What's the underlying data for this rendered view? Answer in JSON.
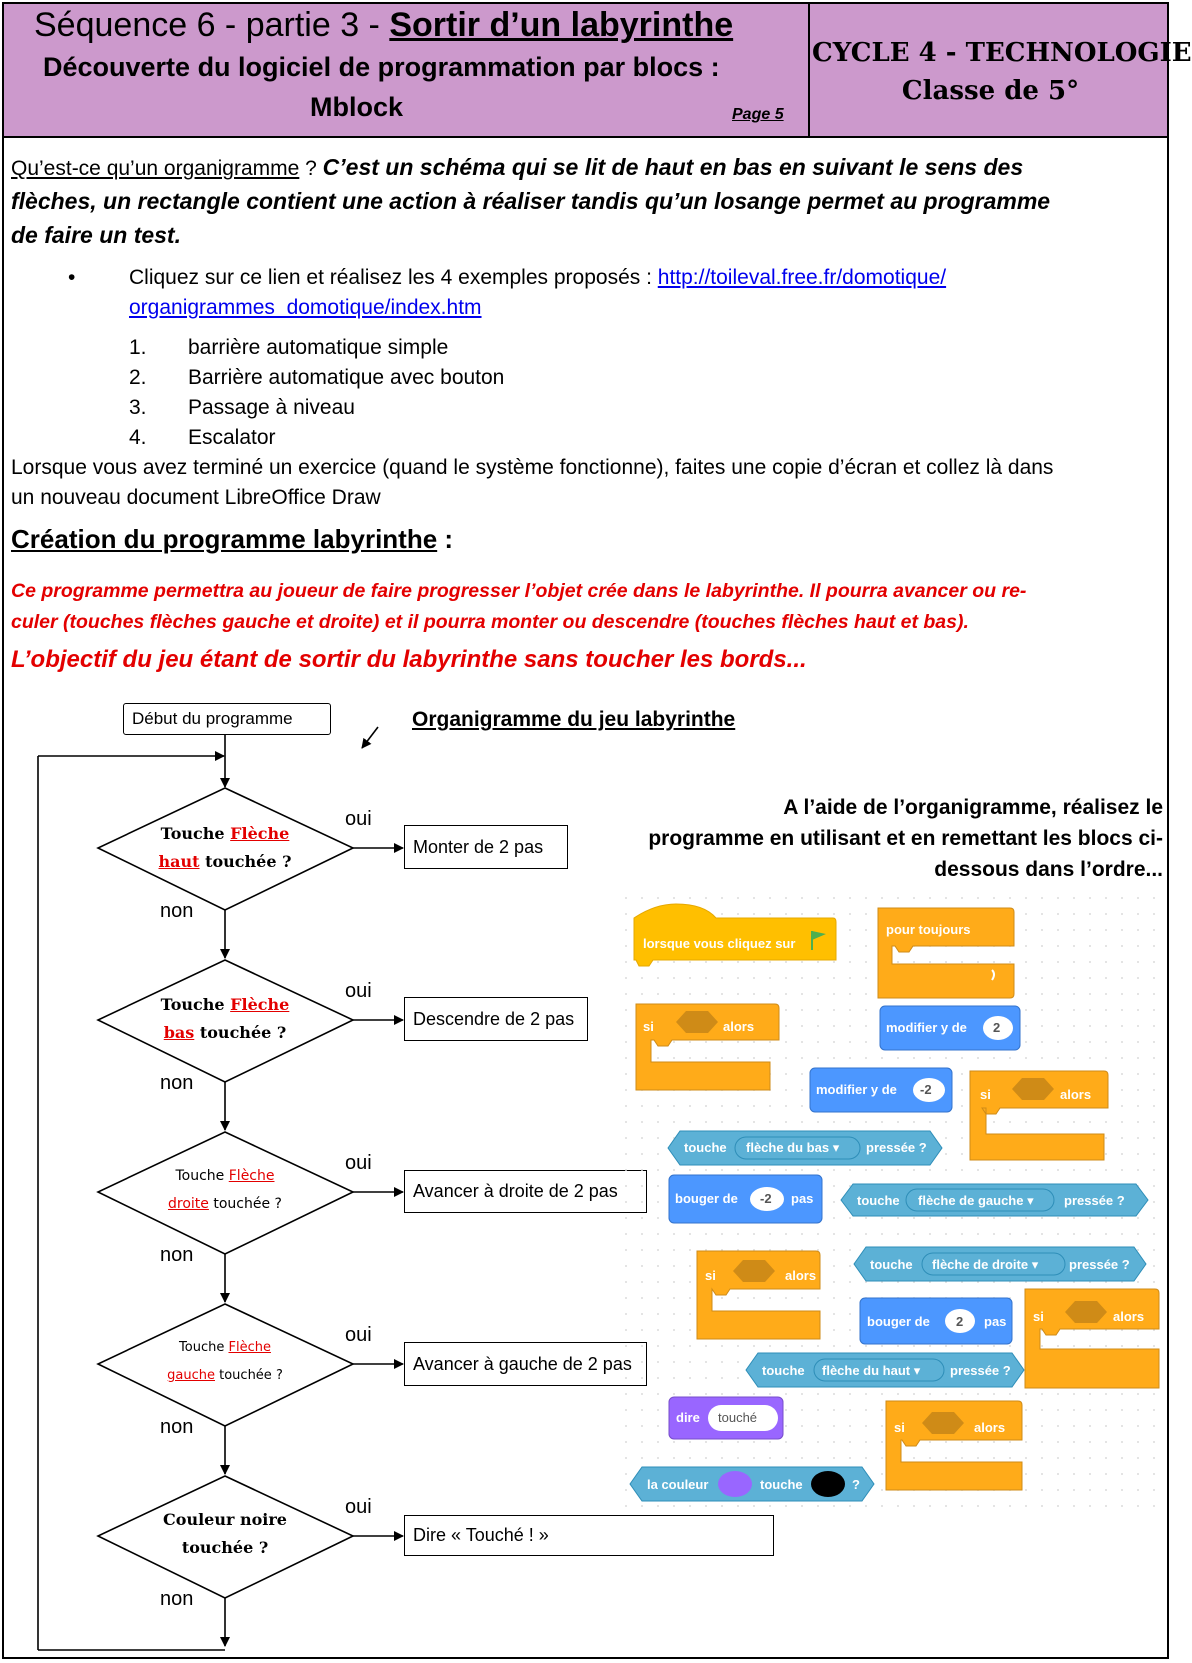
{
  "header": {
    "sequence": "Séquence 6 - partie 3 - ",
    "subject": "Sortir d’un labyrinthe",
    "subtitle_line1": "Découverte du logiciel de programmation par blocs :",
    "subtitle_line2": "Mblock",
    "page": "Page 5",
    "cycle": "CYCLE 4 - TECHNOLOGIE",
    "classe": "Classe de 5°"
  },
  "intro": {
    "question": "Qu’est-ce qu’un organigramme",
    "q_mark": " ? ",
    "answer_line1": "C’est un schéma qui se lit de haut en bas en suivant le sens des",
    "answer_line2": "flèches, un rectangle contient une action à réaliser tandis qu’un losange permet au programme",
    "answer_line3": "de faire un test.",
    "bullet": "Cliquez sur ce lien et réalisez les 4 exemples proposés : ",
    "link_line1": "http://toileval.free.fr/domotique/",
    "link_line2": "organigrammes_domotique/index.htm",
    "examples": [
      {
        "num": "1.",
        "label": "barrière automatique simple"
      },
      {
        "num": "2.",
        "label": "Barrière automatique avec bouton"
      },
      {
        "num": "3.",
        "label": "Passage à niveau"
      },
      {
        "num": "4.",
        "label": "Escalator"
      }
    ],
    "instruction_line1": "Lorsque vous avez terminé un exercice (quand le système fonctionne), faites une copie d’écran et collez là dans",
    "instruction_line2": "un nouveau document LibreOffice Draw"
  },
  "creation": {
    "title": "Création du programme labyrinthe",
    "colon": " :",
    "desc_line1": "Ce programme permettra au joueur de faire progresser l’objet crée dans le labyrinthe. Il pourra avancer ou re-",
    "desc_line2": "culer (touches flèches gauche et droite) et il pourra monter ou descendre (touches flèches haut et bas).",
    "goal": "L’objectif du jeu étant de sortir du labyrinthe sans toucher les bords..."
  },
  "flowchart": {
    "start": "Début du programme",
    "title": "Organigramme du jeu labyrinthe",
    "yes": "oui",
    "no": "non",
    "tests": [
      {
        "a": "Touche ",
        "b": "Flèche",
        "c": "haut",
        "d": " touchée ?",
        "action": "Monter de 2 pas"
      },
      {
        "a": "Touche ",
        "b": "Flèche",
        "c": "bas",
        "d": " touchée ?",
        "action": "Descendre de 2 pas"
      },
      {
        "a": "Touche ",
        "b": "Flèche",
        "c": "droite",
        "d": " touchée ?",
        "action": "Avancer à droite de 2 pas"
      },
      {
        "a": "Touche ",
        "b": "Flèche",
        "c": "gauche",
        "d": " touchée ?",
        "action": "Avancer à gauche de 2 pas"
      },
      {
        "a": "Couleur noire",
        "b": "",
        "c": "",
        "d": "touchée ?",
        "action": "Dire « Touché ! »"
      }
    ]
  },
  "help": {
    "line1": "A l’aide de l’organigramme, réalisez le",
    "line2": "programme en utilisant et en remettant les blocs ci-",
    "line3": "dessous dans l’ordre..."
  },
  "blocks": {
    "when_clicked": "lorsque vous cliquez sur",
    "forever": "pour toujours",
    "if": "si",
    "then": "alors",
    "change_y": "modifier y de",
    "y_plus": "2",
    "y_minus": "-2",
    "touch": "touche",
    "pressed": "pressée ?",
    "key_down": "flèche du bas ▾",
    "key_left": "flèche de gauche ▾",
    "key_right": "flèche de droite ▾",
    "key_up": "flèche du haut ▾",
    "move": "bouger de",
    "move_minus": "-2",
    "move_plus": "2",
    "steps": "pas",
    "say": "dire",
    "say_value": "touché",
    "color_is": "la couleur",
    "color_touch": "touche",
    "q": "?",
    "colors": {
      "events": "#ffbf00",
      "control": "#ffab19",
      "motion": "#4c97ff",
      "sensing": "#5cb1d6",
      "looks": "#9966ff"
    }
  }
}
